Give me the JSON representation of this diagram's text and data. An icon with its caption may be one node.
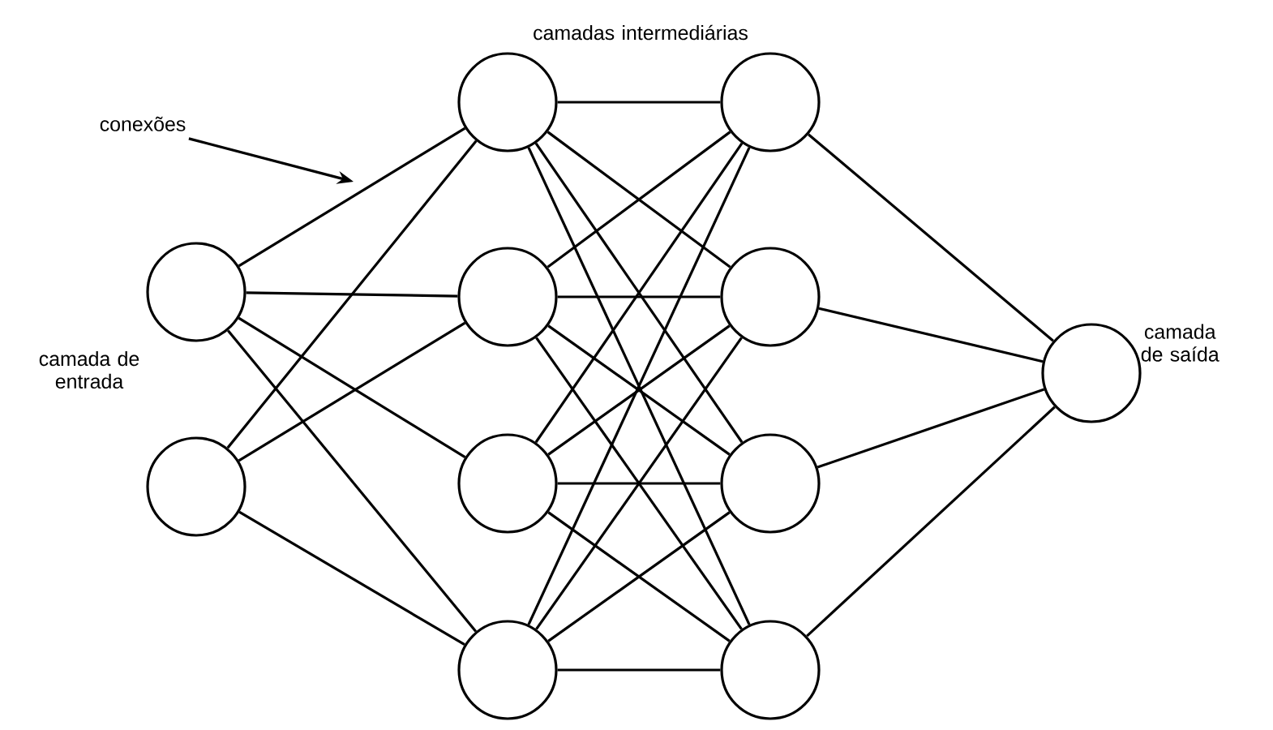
{
  "diagram": {
    "nodes": [
      {
        "text": [],
        "shape": "circle"
      },
      {
        "text": [],
        "shape": "circle"
      },
      {
        "text": [],
        "shape": "circle"
      },
      {
        "text": [],
        "shape": "circle"
      },
      {
        "text": [],
        "shape": "circle"
      },
      {
        "text": [],
        "shape": "circle"
      },
      {
        "text": [],
        "shape": "circle"
      },
      {
        "text": [],
        "shape": "circle"
      },
      {
        "text": [],
        "shape": "circle"
      },
      {
        "text": [],
        "shape": "circle"
      },
      {
        "text": [],
        "shape": "circle",
        "beside": [
          "camada de saída"
        ]
      },
      {
        "text": [
          "conexões"
        ]
      }
    ],
    "edges": [
      {
        "from": 0,
        "to": 2,
        "arrow": "none"
      },
      {
        "from": 0,
        "to": 3,
        "arrow": "none"
      },
      {
        "from": 0,
        "to": 4,
        "arrow": "none"
      },
      {
        "from": 0,
        "to": 5,
        "arrow": "none"
      },
      {
        "from": 1,
        "to": 2,
        "arrow": "none"
      },
      {
        "from": 1,
        "to": 3,
        "arrow": "none"
      },
      {
        "from": 1,
        "to": 5,
        "arrow": "none"
      },
      {
        "from": 2,
        "to": 6,
        "arrow": "none"
      },
      {
        "from": 2,
        "to": 7,
        "arrow": "none"
      },
      {
        "from": 2,
        "to": 8,
        "arrow": "none"
      },
      {
        "from": 2,
        "to": 9,
        "arrow": "none"
      },
      {
        "from": 3,
        "to": 6,
        "arrow": "none"
      },
      {
        "from": 3,
        "to": 7,
        "arrow": "none"
      },
      {
        "from": 3,
        "to": 8,
        "arrow": "none"
      },
      {
        "from": 3,
        "to": 9,
        "arrow": "none"
      },
      {
        "from": 4,
        "to": 6,
        "arrow": "none"
      },
      {
        "from": 4,
        "to": 7,
        "arrow": "none"
      },
      {
        "from": 4,
        "to": 8,
        "arrow": "none"
      },
      {
        "from": 4,
        "to": 9,
        "arrow": "none"
      },
      {
        "from": 5,
        "to": 6,
        "arrow": "none"
      },
      {
        "from": 5,
        "to": 7,
        "arrow": "none"
      },
      {
        "from": 5,
        "to": 8,
        "arrow": "none"
      },
      {
        "from": 5,
        "to": 9,
        "arrow": "none"
      },
      {
        "from": 6,
        "to": 10,
        "arrow": "none"
      },
      {
        "from": 7,
        "to": 10,
        "arrow": "none"
      },
      {
        "from": 8,
        "to": 10,
        "arrow": "none"
      },
      {
        "from": 9,
        "to": 10,
        "arrow": "none"
      },
      {
        "from": 11,
        "to": null,
        "arrow": "to"
      }
    ],
    "labels": [
      "camadas intermediárias",
      "camada de entrada"
    ]
  }
}
